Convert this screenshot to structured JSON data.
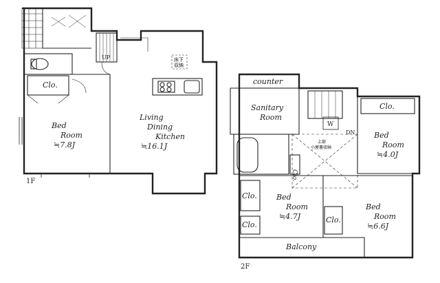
{
  "floor1": {
    "label": "1F",
    "up_label": "UP",
    "underfloor_storage": [
      "床下",
      "収納"
    ],
    "closet": "Clo.",
    "bedroom": {
      "name_line1": "Bed",
      "name_line2": "Room",
      "size": "≒7.8J"
    },
    "ldk": {
      "line1": "Living",
      "line2": "Dining",
      "line3": "Kitchen",
      "size": "≒16.1J"
    }
  },
  "floor2": {
    "label": "2F",
    "counter": "counter",
    "sanitary": {
      "line1": "Sanitary",
      "line2": "Room"
    },
    "w_label": "W",
    "dn_label": "DN",
    "upper_storage": [
      "上部",
      "小屋裏収納"
    ],
    "closet": "Clo.",
    "bedroom_a": {
      "line1": "Bed",
      "line2": "Room",
      "size": "≒4.0J"
    },
    "bedroom_b": {
      "line1": "Bed",
      "line2": "Room",
      "size": "≒4.7J"
    },
    "bedroom_c": {
      "line1": "Bed",
      "line2": "Room",
      "size": "≒6.6J"
    },
    "balcony": "Balcony"
  }
}
